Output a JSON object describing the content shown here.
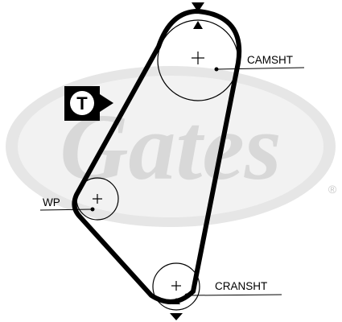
{
  "diagram": {
    "labels": {
      "camshaft": "CAMSHT",
      "water_pump": "WP",
      "crankshaft": "CRANSHT",
      "tensioner": "T"
    }
  },
  "watermark": {
    "brand_text": "Gates",
    "registered_mark": "®"
  },
  "colors": {
    "belt": "#000000",
    "watermark": "#d8d8d8"
  }
}
